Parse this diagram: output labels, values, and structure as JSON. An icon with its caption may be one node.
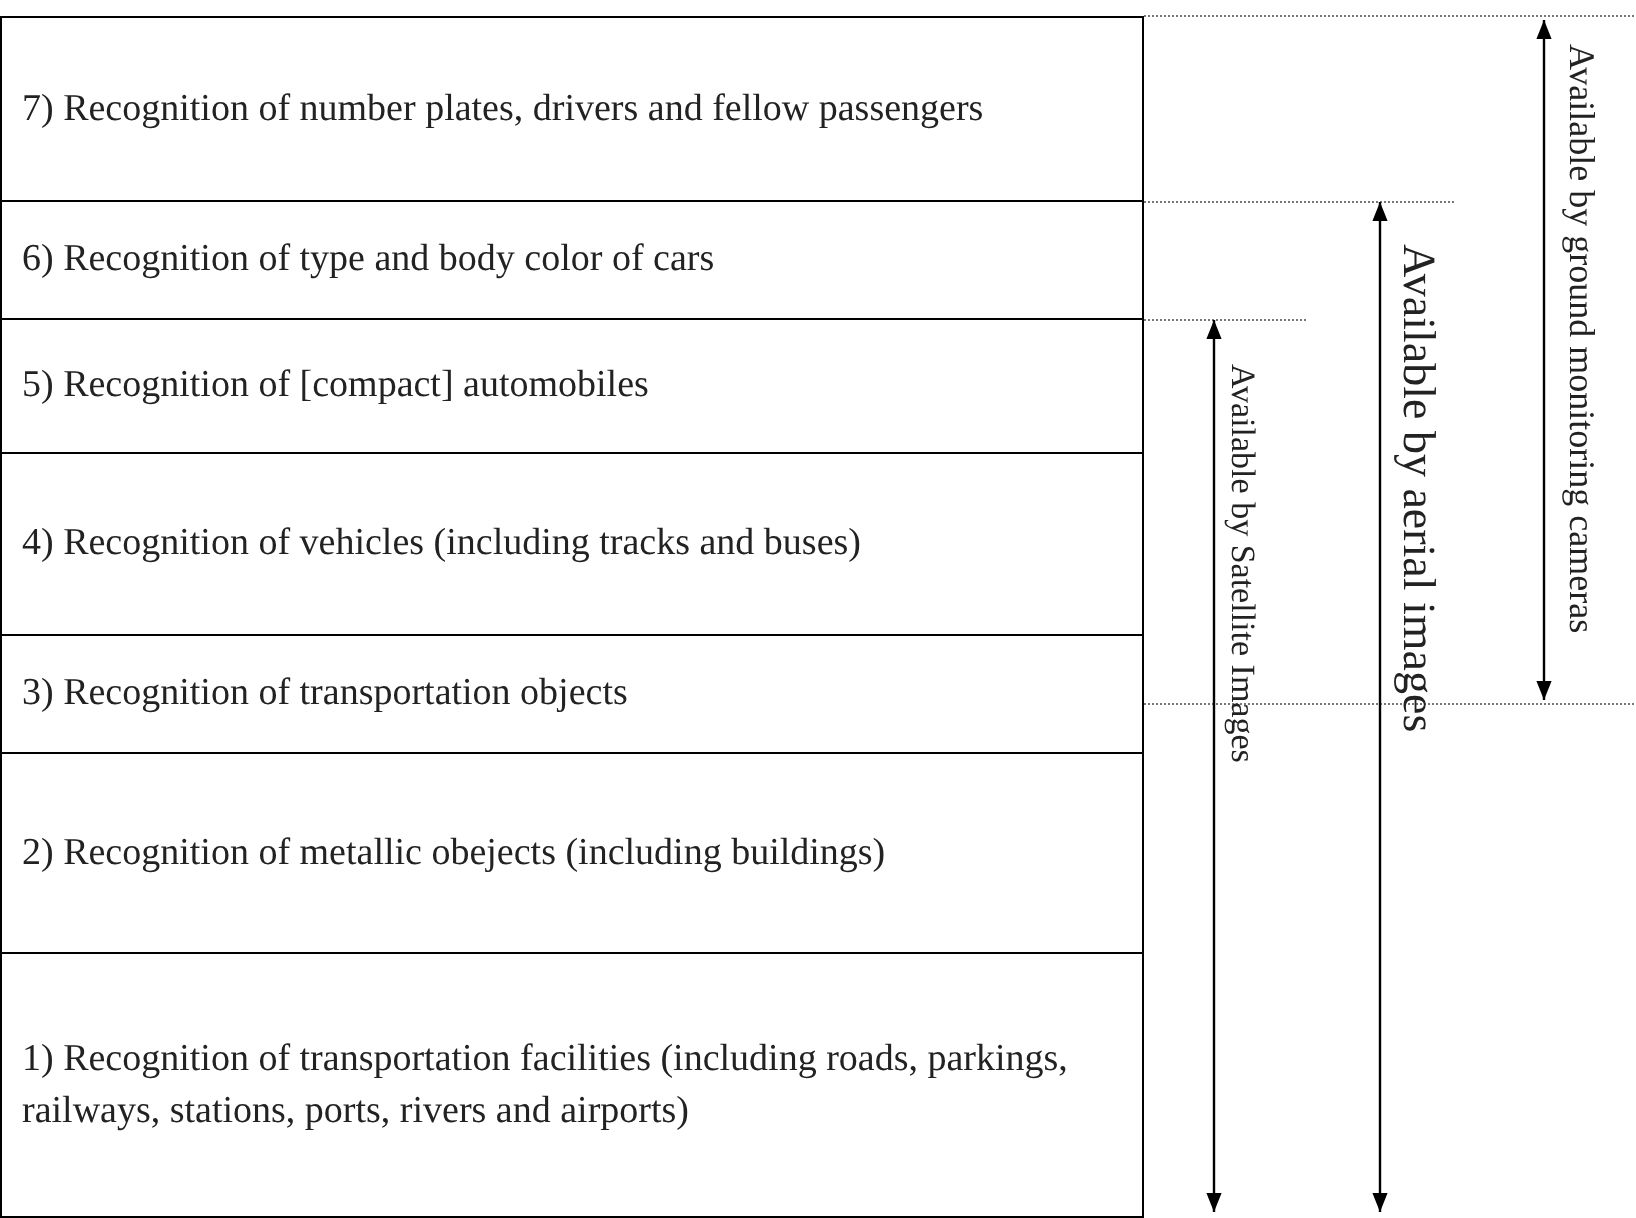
{
  "diagram": {
    "nodes": [
      {
        "text": [
          "7) Recognition of number plates, drivers and fellow passengers"
        ]
      },
      {
        "text": [
          "6) Recognition of type and body color of cars"
        ]
      },
      {
        "text": [
          "5) Recognition of [compact] automobiles"
        ]
      },
      {
        "text": [
          "4) Recognition of vehicles (including tracks and buses)"
        ]
      },
      {
        "text": [
          "3) Recognition of transportation objects"
        ]
      },
      {
        "text": [
          "2) Recognition of metallic obejects (including buildings)"
        ]
      },
      {
        "text": [
          "1) Recognition of transportation facilities (including roads, parkings, railways, stations, ports, rivers and airports)"
        ]
      }
    ],
    "labels": [
      "Available by Satellite Images",
      "Available by aerial images",
      "Available by ground monitoring cameras"
    ]
  }
}
